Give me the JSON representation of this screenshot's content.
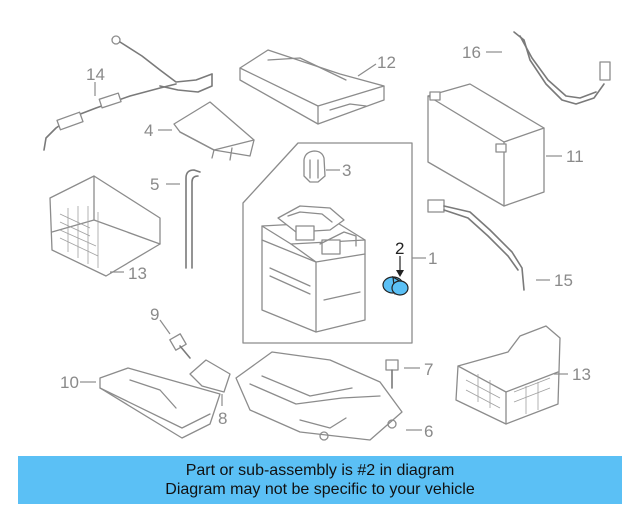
{
  "diagram": {
    "callouts": {
      "c1": "1",
      "c2": "2",
      "c3": "3",
      "c4": "4",
      "c5": "5",
      "c6": "6",
      "c7": "7",
      "c8": "8",
      "c9": "9",
      "c10": "10",
      "c11": "11",
      "c12": "12",
      "c13a": "13",
      "c13b": "13",
      "c14": "14",
      "c15": "15",
      "c16": "16"
    },
    "highlighted_part": "2",
    "highlight_color": "#5bc0f5",
    "part_color": "#5bc0f5"
  },
  "banner": {
    "line1": "Part or sub-assembly is #2 in diagram",
    "line2": "Diagram may not be specific to your vehicle"
  }
}
